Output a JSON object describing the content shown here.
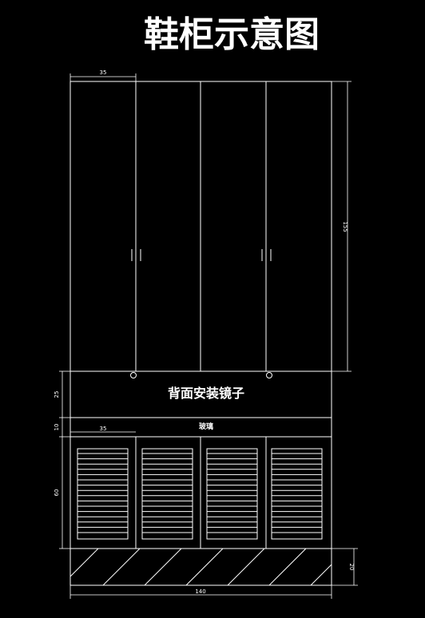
{
  "title": "鞋柜示意图",
  "dimensions": {
    "top_door_width": "35",
    "total_width": "140",
    "upper_height": "155",
    "mirror_band_height": "25",
    "glass_band_height": "10",
    "lower_height": "60",
    "base_height": "20",
    "lower_door_width": "35"
  },
  "labels": {
    "mirror_note": "背面安装镜子",
    "glass_note": "玻璃"
  },
  "colors": {
    "background": "#000000",
    "line": "#ffffff"
  }
}
